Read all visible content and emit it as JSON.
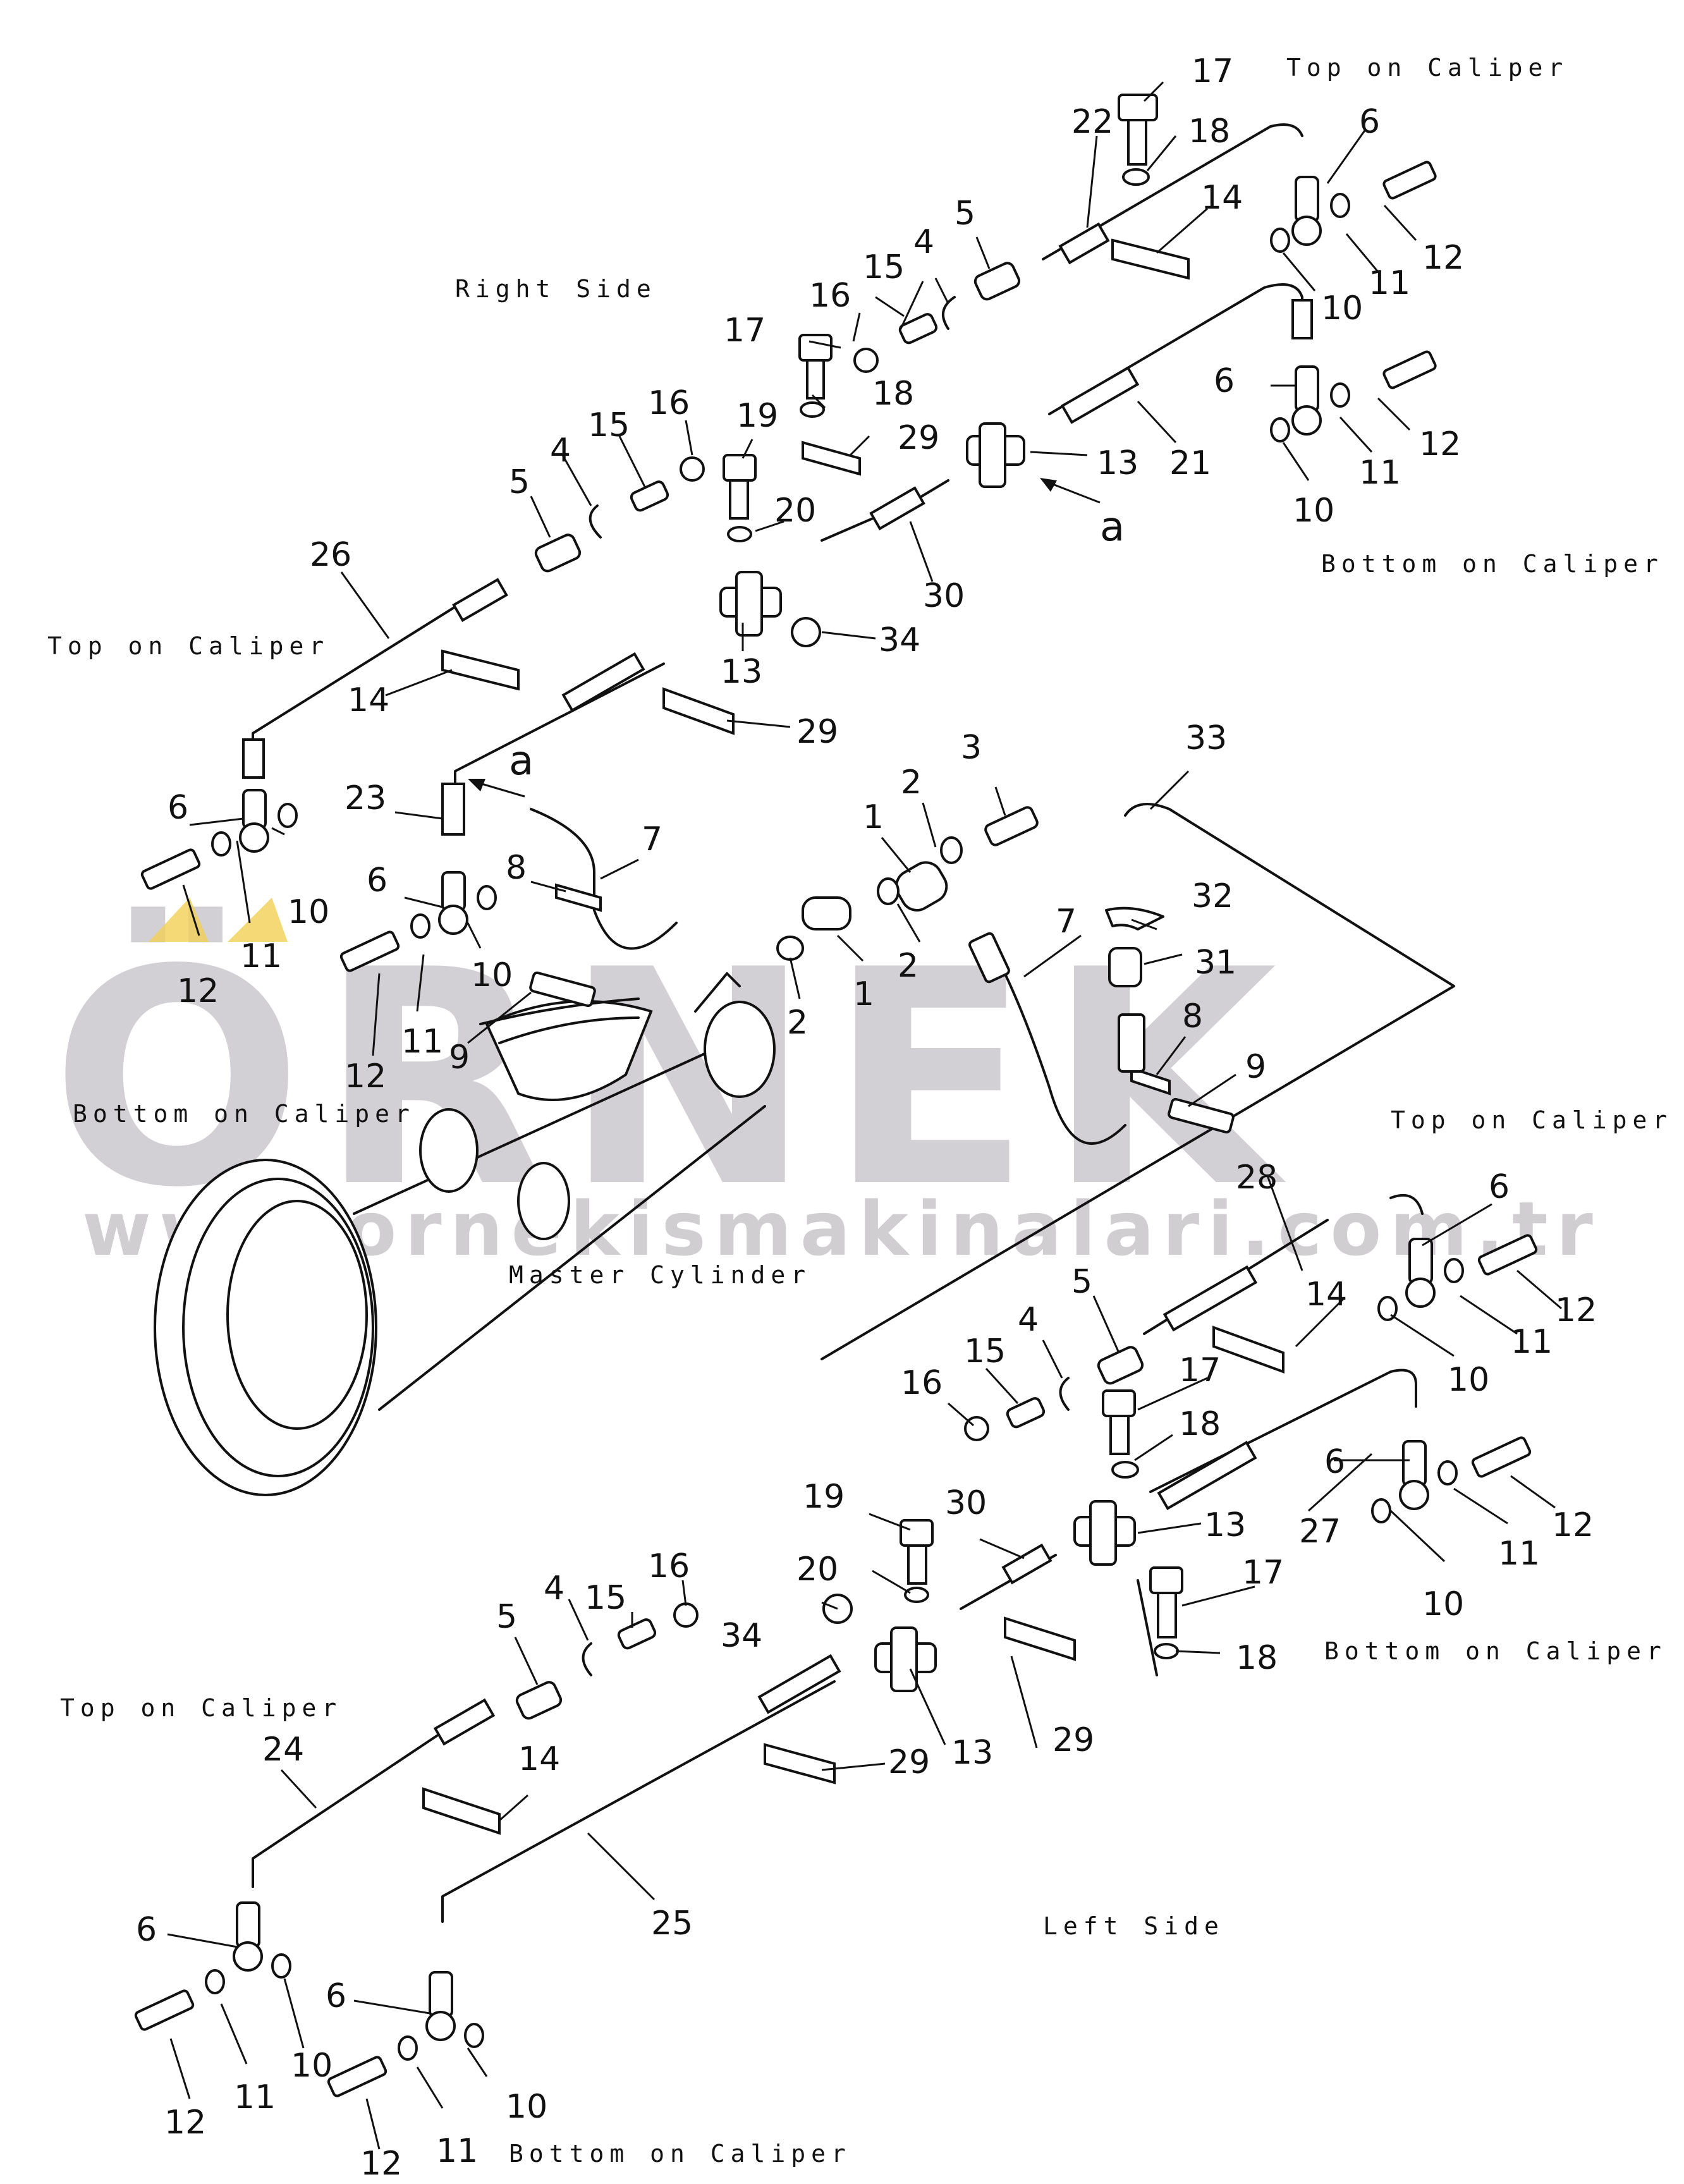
{
  "labels": {
    "top_on_caliper": "Top on Caliper",
    "bottom_on_caliper": "Bottom on Caliper",
    "right_side": "Right Side",
    "left_side": "Left Side",
    "master_cylinder": "Master Cylinder",
    "view_a": "a"
  },
  "watermark": {
    "brand": "ÖRNEK",
    "url": "www.ornekismakinalari.com.tr",
    "color": "#c9c6cb",
    "accent_color": "#f2cf55"
  },
  "callouts": {
    "n1": "1",
    "n2": "2",
    "n3": "3",
    "n4": "4",
    "n5": "5",
    "n6": "6",
    "n7": "7",
    "n8": "8",
    "n9": "9",
    "n10": "10",
    "n11": "11",
    "n12": "12",
    "n13": "13",
    "n14": "14",
    "n15": "15",
    "n16": "16",
    "n17": "17",
    "n18": "18",
    "n19": "19",
    "n20": "20",
    "n21": "21",
    "n22": "22",
    "n23": "23",
    "n24": "24",
    "n25": "25",
    "n26": "26",
    "n27": "27",
    "n28": "28",
    "n29": "29",
    "n30": "30",
    "n31": "31",
    "n32": "32",
    "n33": "33",
    "n34": "34"
  }
}
